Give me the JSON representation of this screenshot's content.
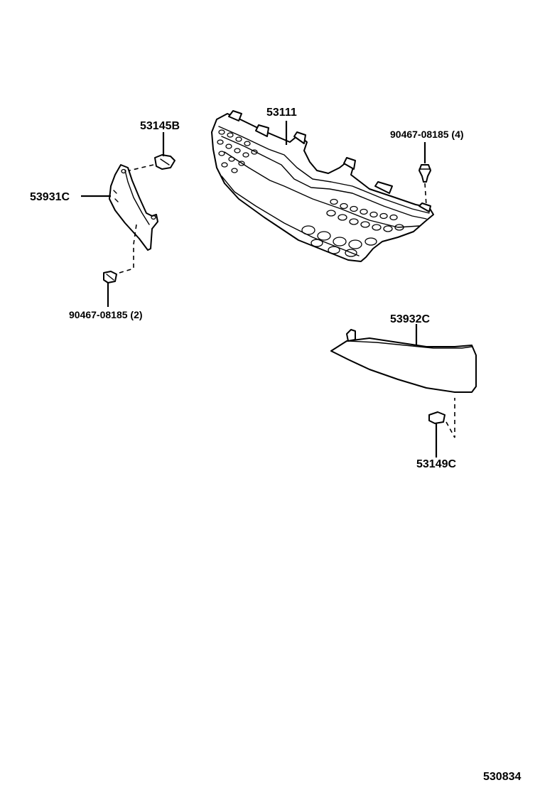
{
  "parts": {
    "grille": "53111",
    "grille_clip": "90467-08185 (4)",
    "left_bracket_clip": "53145B",
    "left_molding": "53931C",
    "left_lower_clip": "90467-08185 (2)",
    "right_molding": "53932C",
    "right_retainer": "53149C"
  },
  "diagram_code": "530834"
}
